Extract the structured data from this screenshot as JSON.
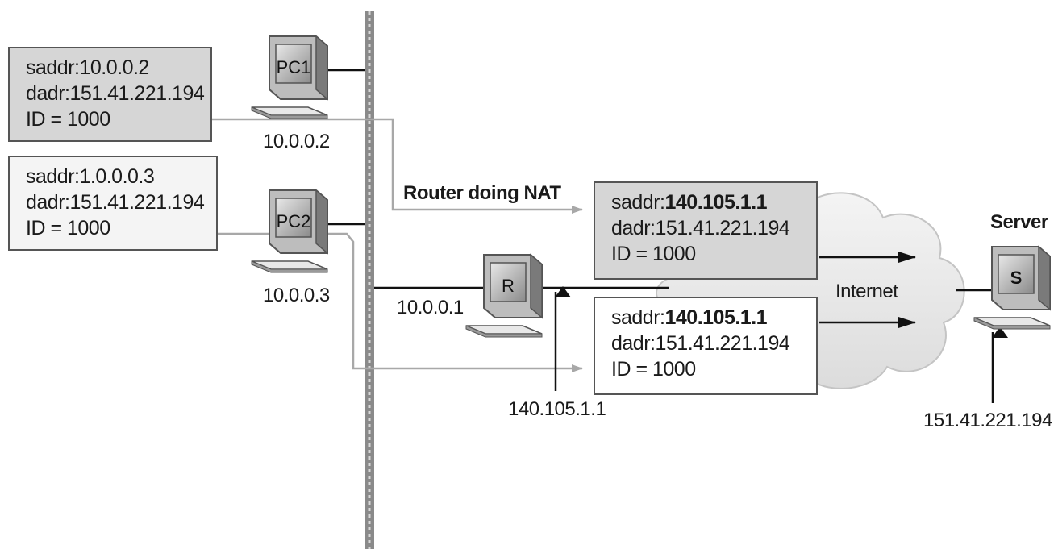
{
  "packets": {
    "pc1_out": {
      "saddr_label": "saddr:",
      "saddr": "10.0.0.2",
      "dadr_label": "dadr:",
      "dadr": "151.41.221.194",
      "id": "ID = 1000"
    },
    "pc2_out": {
      "saddr_label": "saddr:",
      "saddr": "1.0.0.0.3",
      "dadr_label": "dadr:",
      "dadr": "151.41.221.194",
      "id": "ID = 1000"
    },
    "nat_out_1": {
      "saddr_label": "saddr:",
      "saddr": "140.105.1.1",
      "dadr_label": "dadr:",
      "dadr": "151.41.221.194",
      "id": "ID = 1000"
    },
    "nat_out_2": {
      "saddr_label": "saddr:",
      "saddr": "140.105.1.1",
      "dadr_label": "dadr:",
      "dadr": "151.41.221.194",
      "id": "ID = 1000"
    }
  },
  "devices": {
    "pc1": {
      "screen_label": "PC1",
      "ip": "10.0.0.2"
    },
    "pc2": {
      "screen_label": "PC2",
      "ip": "10.0.0.3"
    },
    "router": {
      "screen_label": "R",
      "inside_ip": "10.0.0.1",
      "outside_ip": "140.105.1.1",
      "caption": "Router doing NAT"
    },
    "server": {
      "screen_label": "S",
      "ip": "151.41.221.194",
      "caption": "Server"
    }
  },
  "cloud": {
    "label": "Internet"
  }
}
